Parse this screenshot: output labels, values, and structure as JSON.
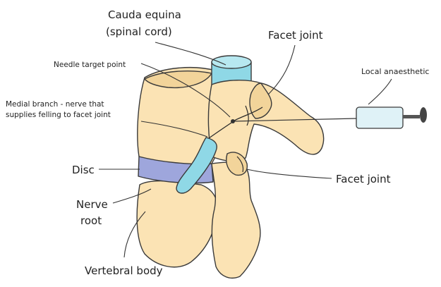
{
  "labels": {
    "cauda_equina": "Cauda equina",
    "spinal_cord": "(spinal cord)",
    "facet_joint_top": "Facet joint",
    "needle_target": "Needle target point",
    "local_anaesthetic": "Local anaesthetic",
    "medial_branch_line1": "Medial branch - nerve that",
    "medial_branch_line2": "supplies felling to facet joint",
    "disc": "Disc",
    "facet_joint_bottom": "Facet joint",
    "nerve": "Nerve",
    "root": "root",
    "vertebral_body": "Vertebral body"
  },
  "colors": {
    "bone": "#fbe3b4",
    "bone_shade": "#f2d49a",
    "disc": "#9ea6dc",
    "nerve": "#8fd8e6",
    "syringe": "#dff2f7",
    "plunger": "#555555"
  }
}
